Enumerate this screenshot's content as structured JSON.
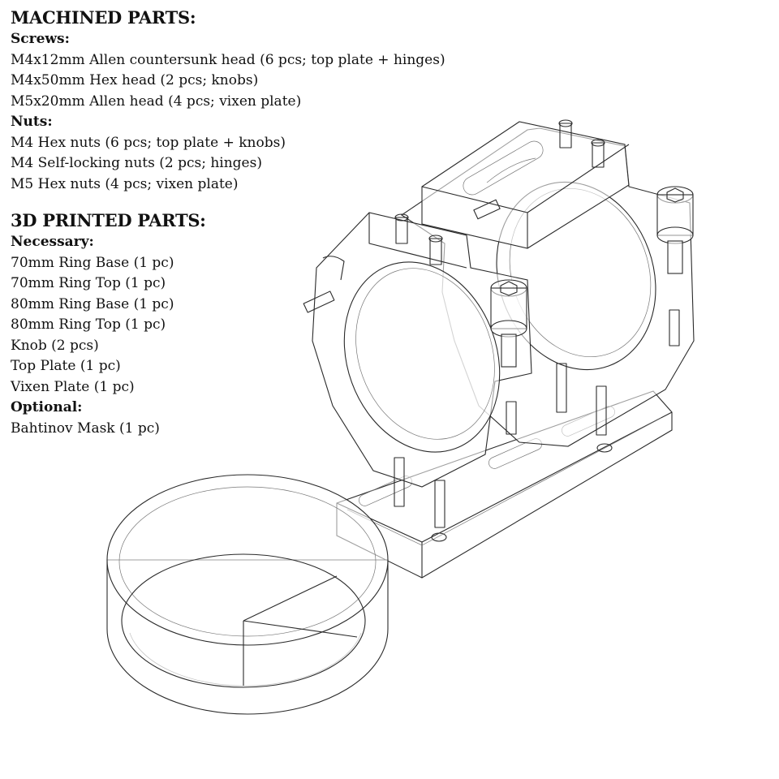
{
  "machined": {
    "title": "MACHINED PARTS:",
    "groups": [
      {
        "heading": "Screws:",
        "items": [
          "M4x12mm Allen countersunk head (6 pcs; top plate + hinges)",
          "M4x50mm Hex head (2 pcs; knobs)",
          "M5x20mm Allen head (4 pcs; vixen plate)"
        ]
      },
      {
        "heading": "Nuts:",
        "items": [
          "M4 Hex nuts (6 pcs; top plate + knobs)",
          "M4 Self-locking nuts (2 pcs; hinges)",
          "M5 Hex nuts (4 pcs; vixen plate)"
        ]
      }
    ]
  },
  "printed": {
    "title": "3D PRINTED PARTS:",
    "groups": [
      {
        "heading": "Necessary:",
        "items": [
          "70mm Ring Base (1 pc)",
          "70mm Ring Top (1 pc)",
          "80mm Ring Base (1 pc)",
          "80mm Ring Top (1 pc)",
          "Knob (2 pcs)",
          "Top Plate (1 pc)",
          "Vixen Plate (1 pc)"
        ]
      },
      {
        "heading": "Optional:",
        "items": [
          "Bahtinov Mask (1 pc)"
        ]
      }
    ]
  },
  "colors": {
    "text": "#111111",
    "line": "#2a2a2a",
    "background": "#ffffff"
  }
}
